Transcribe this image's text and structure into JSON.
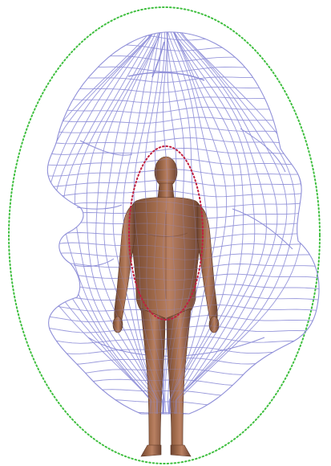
{
  "scene": {
    "background_color": "#ffffff",
    "mesh_color": "#8f8fd8",
    "outer_boundary_color": "#3fbf3f",
    "inner_boundary_color": "#c02040",
    "skin_color": "#9a6646",
    "skin_shadow_color": "#6e4430",
    "skin_highlight_color": "#b98062",
    "elements": [
      "outer-boundary-ellipse",
      "wireframe-mesh",
      "inner-boundary-ellipse",
      "human-figure"
    ]
  }
}
